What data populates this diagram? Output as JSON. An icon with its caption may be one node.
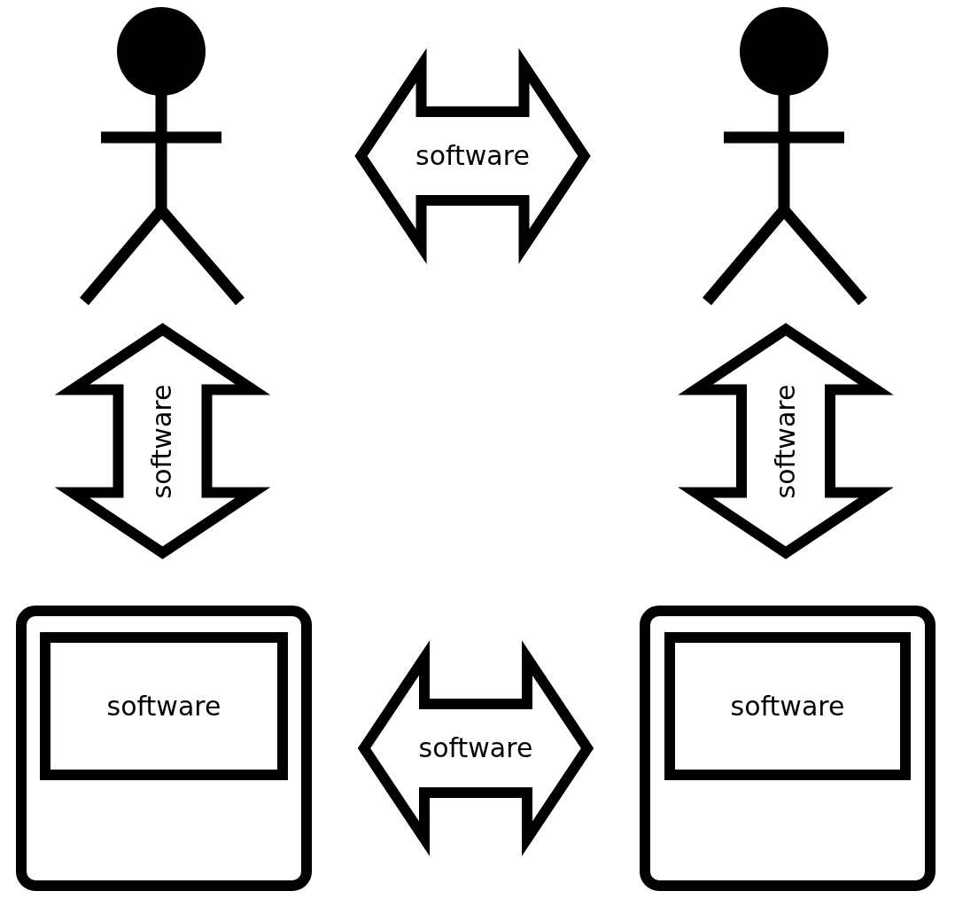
{
  "diagram": {
    "nodes": [
      {
        "text": [],
        "shape": "person"
      },
      {
        "text": [],
        "shape": "person"
      },
      {
        "text": [],
        "shape": "box"
      },
      {
        "text": [
          "software"
        ],
        "in": 2
      },
      {
        "text": [],
        "shape": "box"
      },
      {
        "text": [
          "software"
        ],
        "in": 4
      }
    ],
    "edges": [
      {
        "from": 0,
        "to": 1,
        "arrow": "both",
        "label": "software"
      },
      {
        "from": 0,
        "to": 2,
        "arrow": "both",
        "label": "software"
      },
      {
        "from": 1,
        "to": 4,
        "arrow": "both",
        "label": "software"
      },
      {
        "from": 2,
        "to": 4,
        "arrow": "both",
        "label": "software"
      }
    ]
  }
}
